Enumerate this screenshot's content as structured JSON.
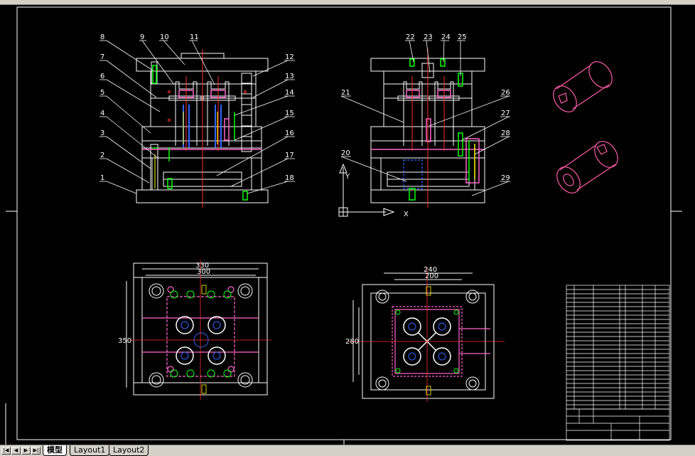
{
  "tabs": [
    {
      "label": "模型",
      "active": true
    },
    {
      "label": "Layout1",
      "active": false
    },
    {
      "label": "Layout2",
      "active": false
    }
  ],
  "nav_buttons": [
    "|◀",
    "◀",
    "▶",
    "▶|"
  ],
  "callouts_left": [
    "1",
    "2",
    "3",
    "4",
    "5",
    "6",
    "7",
    "8",
    "9",
    "10",
    "11",
    "12",
    "13",
    "14",
    "15",
    "16",
    "17",
    "18"
  ],
  "callouts_right": [
    "20",
    "21",
    "22",
    "23",
    "24",
    "25",
    "26",
    "27",
    "28",
    "29"
  ],
  "dims": {
    "top_a": "330",
    "top_b": "300",
    "left": "350",
    "top_r_a": "240",
    "top_r_b": "200",
    "left_r": "280"
  },
  "ucs": {
    "x": "X",
    "y": "Y"
  },
  "colors": {
    "background": "#000000",
    "lines": "#ffffff",
    "centerline": "#ff3030",
    "part": "#ff66cc",
    "bolt": "#00ff00",
    "blue": "#3366ff",
    "yellow": "#ffff00"
  }
}
